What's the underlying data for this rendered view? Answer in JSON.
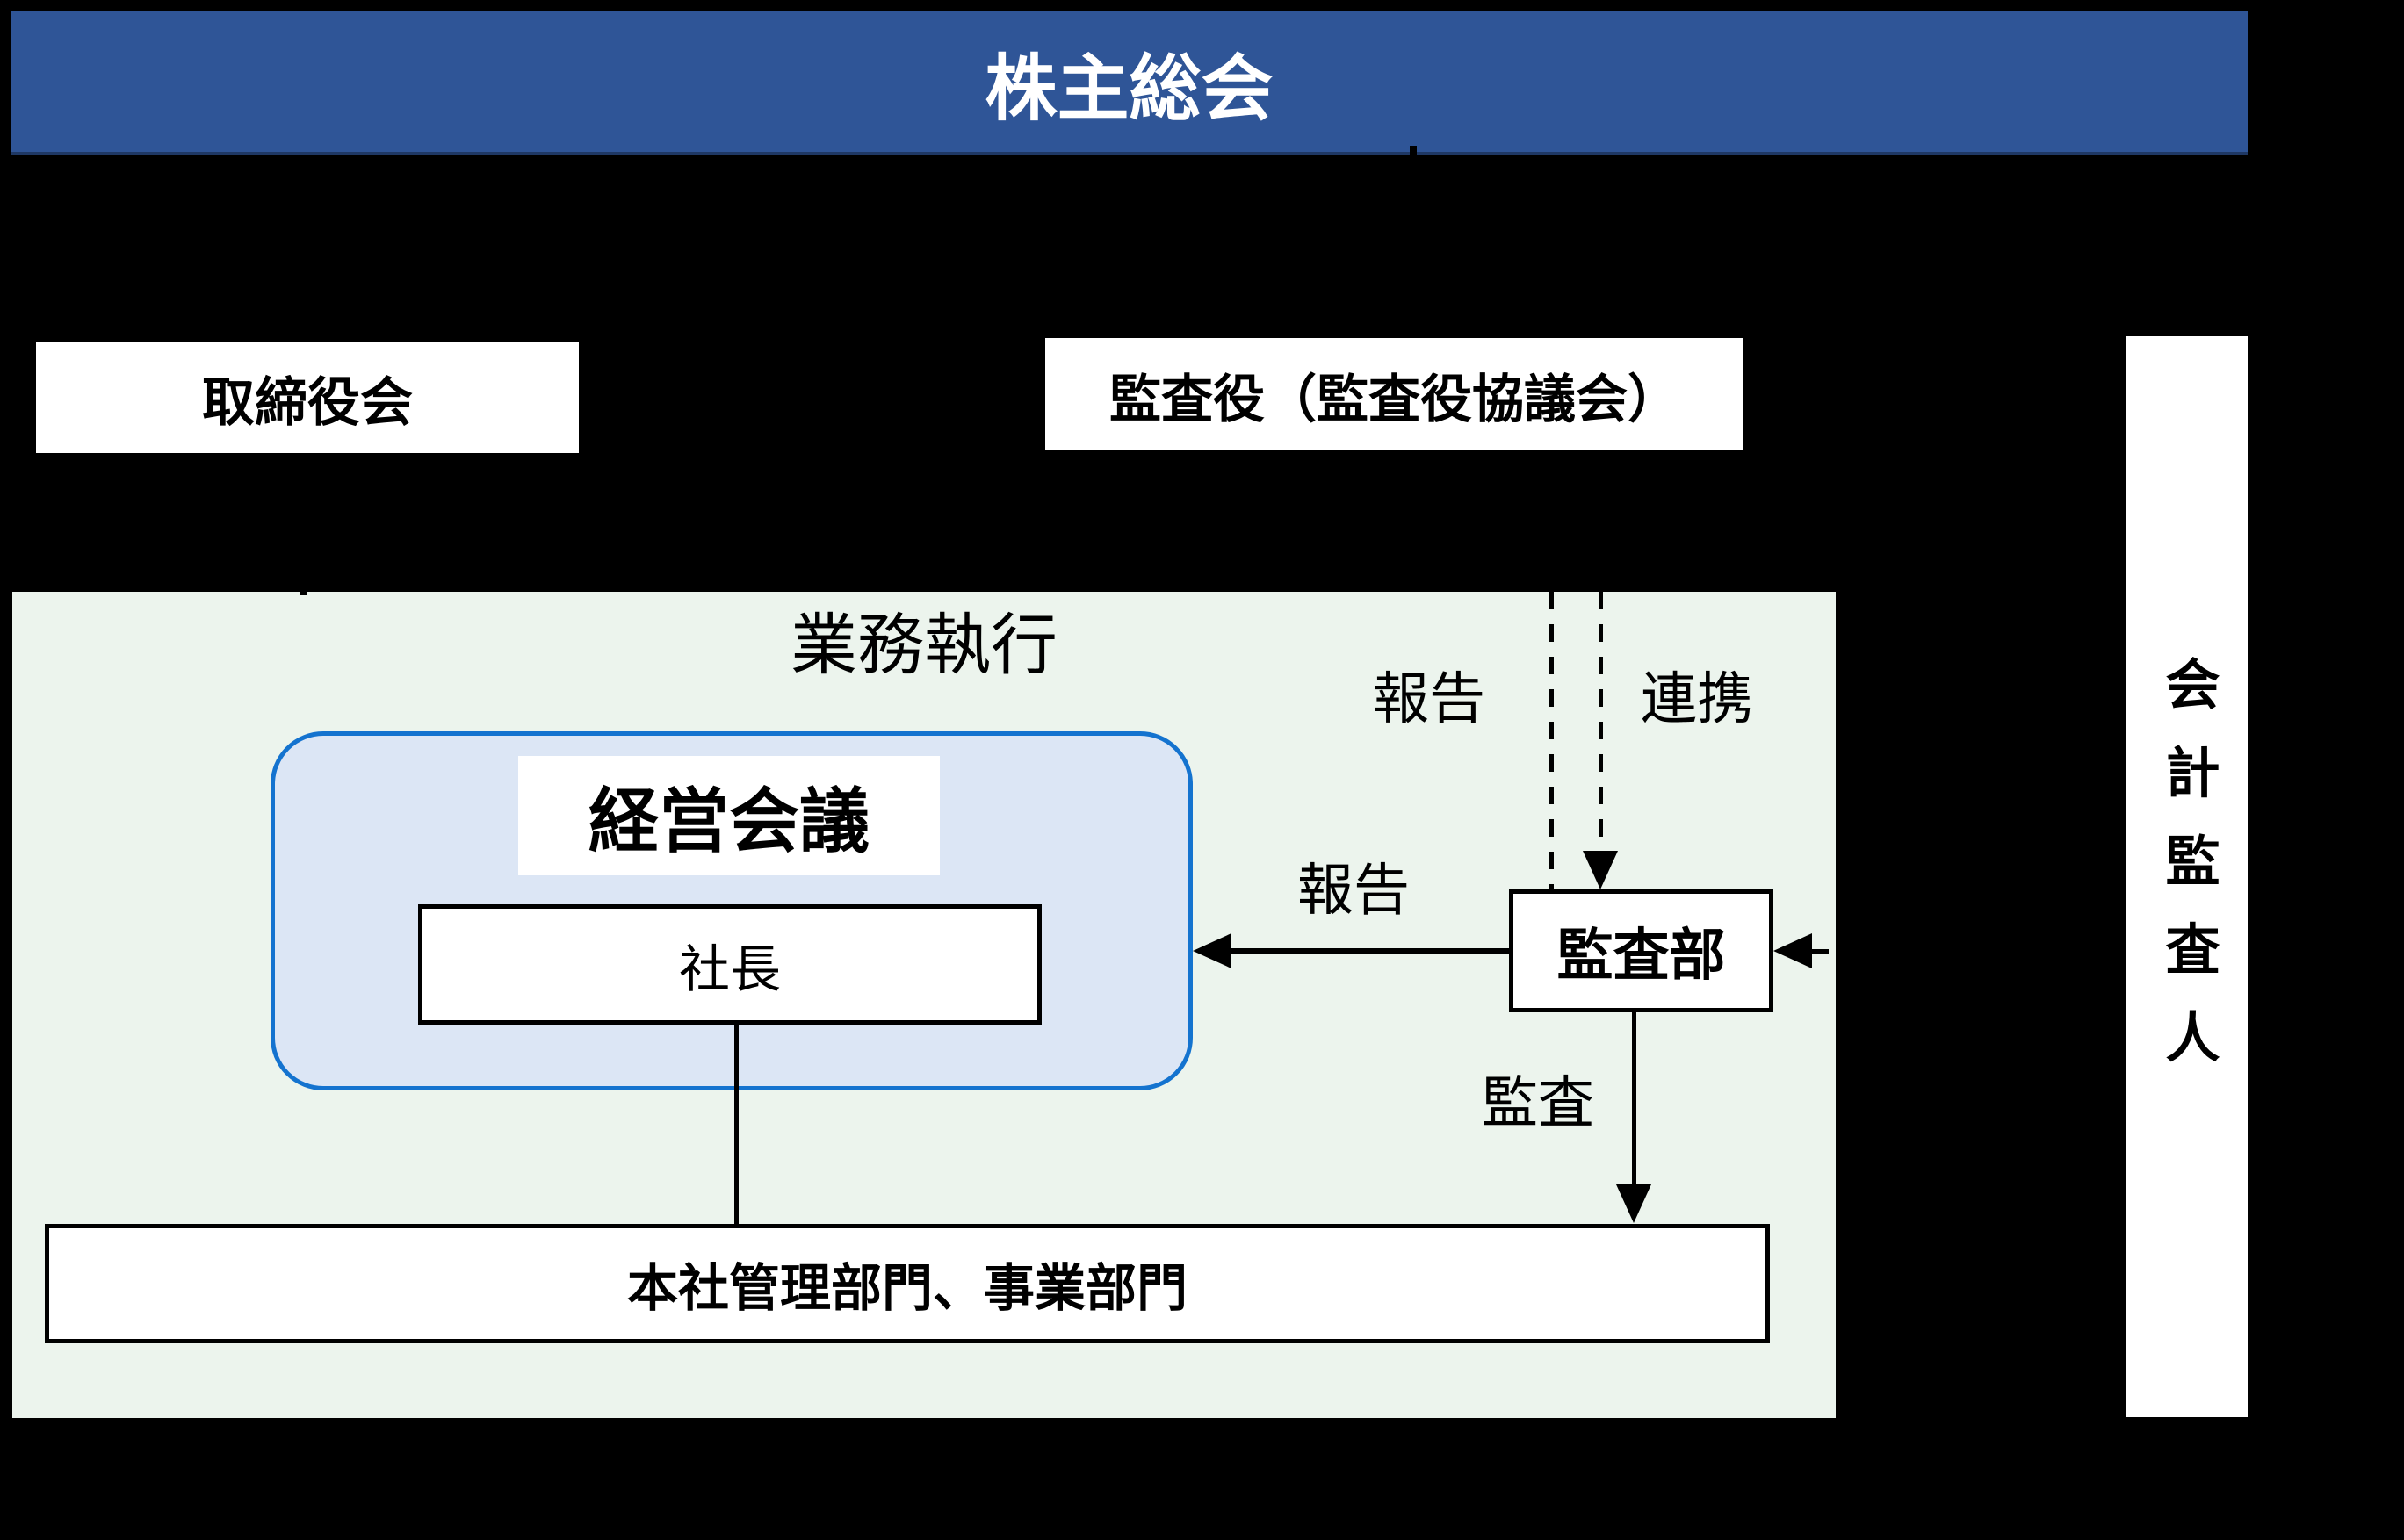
{
  "colors": {
    "banner_bg": "#2f5597",
    "banner_edge": "#1f3864",
    "banner_text": "#ffffff",
    "area_bg": "#ecf4ed",
    "group_fill": "#dce6f5",
    "group_border": "#1473cf",
    "node_bg": "#ffffff",
    "line": "#000000",
    "text": "#000000"
  },
  "banner": {
    "label": "株主総会"
  },
  "nodes": {
    "board": {
      "label": "取締役会"
    },
    "auditors": {
      "label": "監査役（監査役協議会）"
    },
    "accounting_auditor": {
      "label": "会計監査人"
    },
    "execution_area": {
      "label": "業務執行"
    },
    "management_meeting": {
      "label": "経営会議"
    },
    "president": {
      "label": "社長"
    },
    "audit_dept": {
      "label": "監査部"
    },
    "departments": {
      "label": "本社管理部門、事業部門"
    }
  },
  "edge_labels": {
    "report_up": "報告",
    "cooperation": "連携",
    "report_left": "報告",
    "audit_down": "監査"
  }
}
